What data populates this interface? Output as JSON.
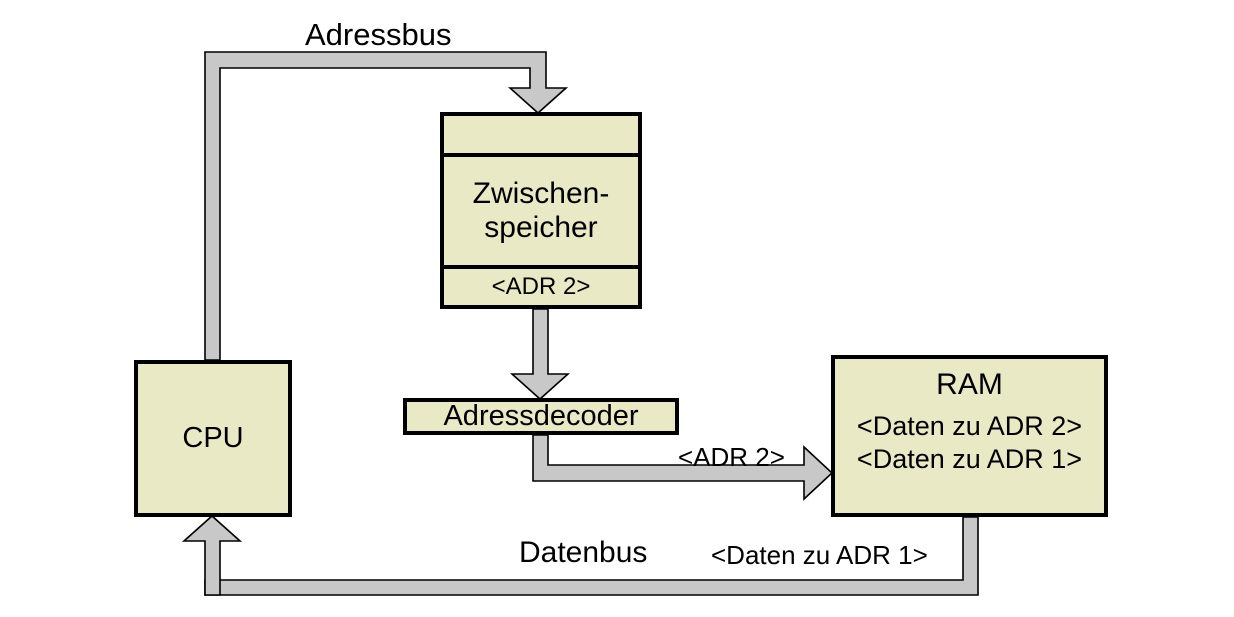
{
  "diagram": {
    "title": "Adressbus / Datenbus Speicherzugriff",
    "colors": {
      "node_fill": "#E9E9C6",
      "node_border": "#000000",
      "bus_fill": "#C8C8C8",
      "bus_stroke": "#000000",
      "background": "#FFFFFF"
    }
  },
  "nodes": {
    "cpu": {
      "label": "CPU"
    },
    "zwischenspeicher": {
      "header": "",
      "label": "Zwischen-\nspeicher",
      "value": "<ADR 2>"
    },
    "adressdecoder": {
      "label": "Adressdecoder"
    },
    "ram": {
      "title": "RAM",
      "lines": [
        "<Daten zu ADR 2>",
        "<Daten zu ADR 1>"
      ]
    }
  },
  "labels": {
    "adressbus": "Adressbus",
    "adr2_wire": "<ADR 2>",
    "datenbus": "Datenbus",
    "daten_adr1": "<Daten zu ADR 1>"
  },
  "buses": [
    {
      "name": "adressbus",
      "from": "cpu",
      "to": "zwischenspeicher",
      "label": "Adressbus",
      "arrow": "down"
    },
    {
      "name": "zwischenspeicher-to-adressdecoder",
      "from": "zwischenspeicher",
      "to": "adressdecoder",
      "label": "",
      "arrow": "down"
    },
    {
      "name": "adressdecoder-to-ram",
      "from": "adressdecoder",
      "to": "ram",
      "label": "<ADR 2>",
      "arrow": "right"
    },
    {
      "name": "datenbus",
      "from": "ram",
      "to": "cpu",
      "label": "Datenbus",
      "arrow": "up"
    }
  ]
}
